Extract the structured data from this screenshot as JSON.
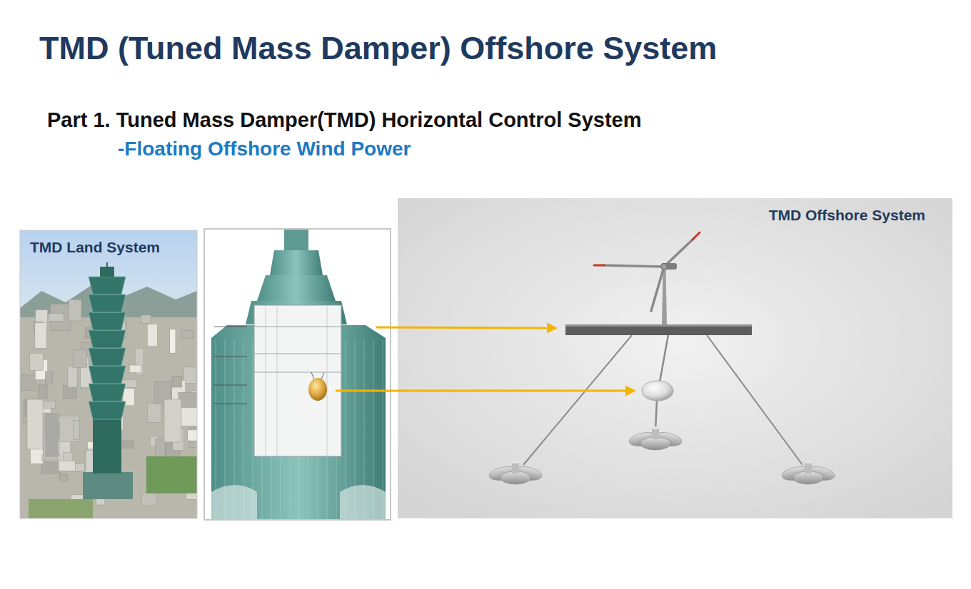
{
  "diagram": {
    "title": "TMD (Tuned Mass Damper) Offshore System",
    "nodes": [
      {
        "text": [
          "TMD Land System"
        ]
      },
      {
        "text": [
          "TMD Offshore System"
        ]
      }
    ],
    "labels": [
      "Part 1. Tuned Mass Damper(TMD) Horizontal Control System",
      "-Floating Offshore Wind Power"
    ]
  }
}
